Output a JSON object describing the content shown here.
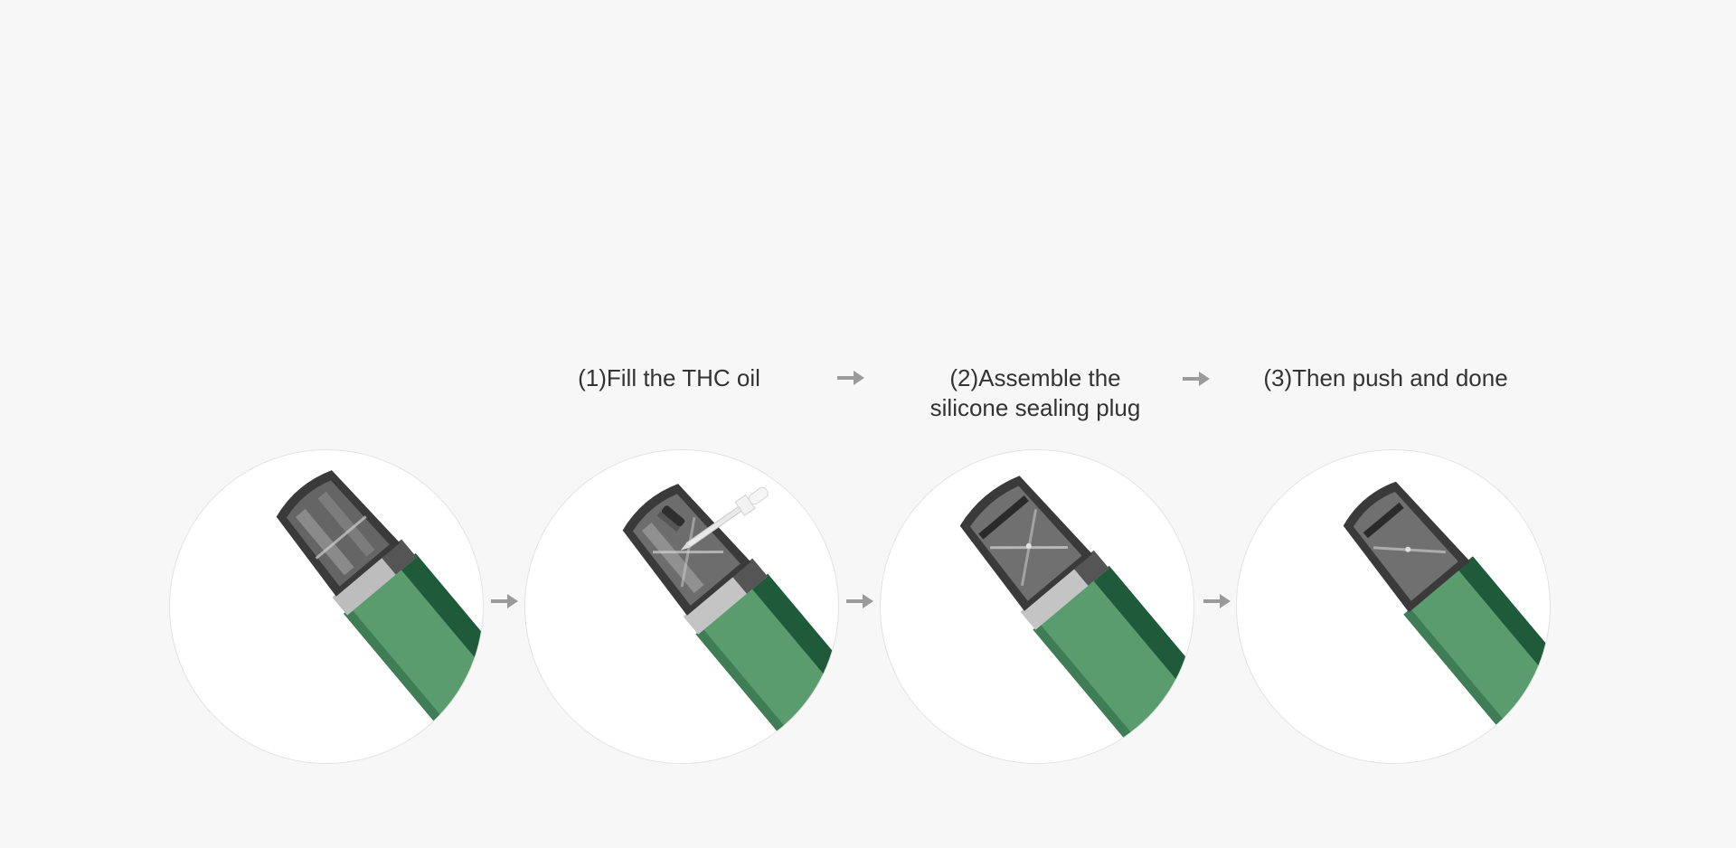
{
  "steps": [
    {
      "label": "(1)Fill the THC oil"
    },
    {
      "label": "(2)Assemble the\nsilicone sealing plug"
    },
    {
      "label": "(3)Then push and done"
    }
  ],
  "images": [
    {
      "name": "pod-device-closed",
      "state": "closed"
    },
    {
      "name": "pod-filling-with-dropper",
      "state": "filling"
    },
    {
      "name": "pod-plug-assembled",
      "state": "plug-assembled"
    },
    {
      "name": "pod-pushed-done",
      "state": "done"
    }
  ],
  "colors": {
    "background": "#f7f7f7",
    "text": "#333333",
    "arrow": "#9a9a9a",
    "device_green": "#5a9c6e",
    "device_dark_green": "#1f5a3a",
    "pod_smoke": "#3a3a3a"
  }
}
